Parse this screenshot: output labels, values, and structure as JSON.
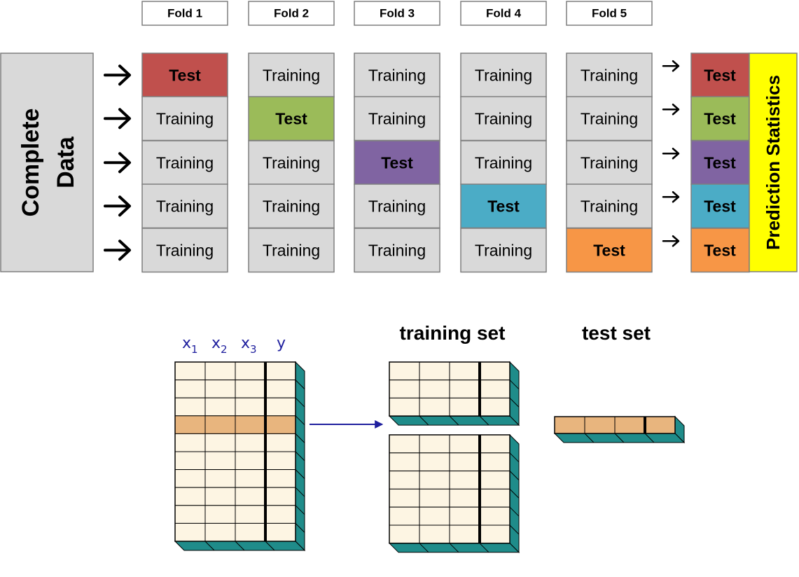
{
  "folds": [
    "Fold 1",
    "Fold 2",
    "Fold 3",
    "Fold 4",
    "Fold 5"
  ],
  "complete_data": [
    "Complete",
    "Data"
  ],
  "cell_labels": {
    "test": "Test",
    "training": "Training"
  },
  "test_colors": [
    "#c0504d",
    "#9bbb59",
    "#8064a2",
    "#4bacc6",
    "#f79646"
  ],
  "colors": {
    "training_cell": "#d9d9d9",
    "prediction": "#ffff00",
    "arrow_blue": "#1f1f9e",
    "grid_cell": "#fdf5e3",
    "highlight": "#e8b57e",
    "teal": "#1f8c8a"
  },
  "prediction_statistics": "Prediction Statistics",
  "features": {
    "x1": "x",
    "x1_sub": "1",
    "x2": "x",
    "x2_sub": "2",
    "x3": "x",
    "x3_sub": "3",
    "y": "y"
  },
  "training_set": "training set",
  "test_set": "test set"
}
